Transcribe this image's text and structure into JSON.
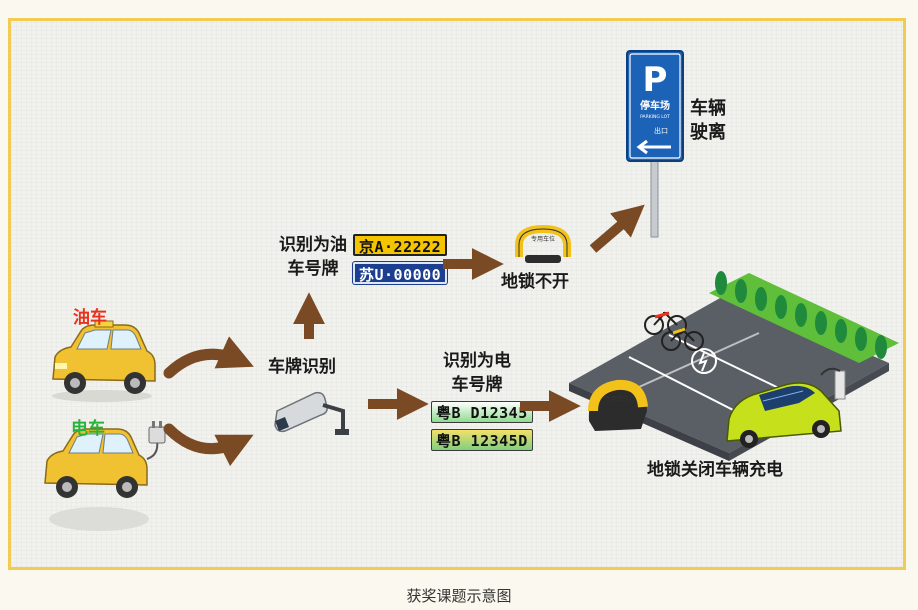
{
  "nodes": {
    "fuel_car": "油车",
    "electric_car": "电车",
    "plate_recognition": "车牌识别",
    "recognized_fuel": "识别为油\n车号牌",
    "recognized_electric": "识别为电\n车号牌",
    "lock_not_open": "地锁不开",
    "lock_closed_charging": "地锁关闭车辆充电",
    "vehicle_leaves": "车辆\n驶离"
  },
  "plates": {
    "fuel_1": "京A·22222",
    "fuel_2": "苏U·00000",
    "electric_1": "粤B D12345",
    "electric_2": "粤B 12345D"
  },
  "parking_sign": {
    "letter": "P",
    "cn": "停车场",
    "en": "PARKING LOT",
    "exit": "出口"
  },
  "lock_text": "专用车位",
  "caption": "获奖课题示意图",
  "colors": {
    "fuel_label": "#e8321e",
    "electric_label": "#27b43a",
    "arrow": "#7a4a25",
    "sign_blue": "#1c63b7",
    "frame": "#f2cc52"
  }
}
